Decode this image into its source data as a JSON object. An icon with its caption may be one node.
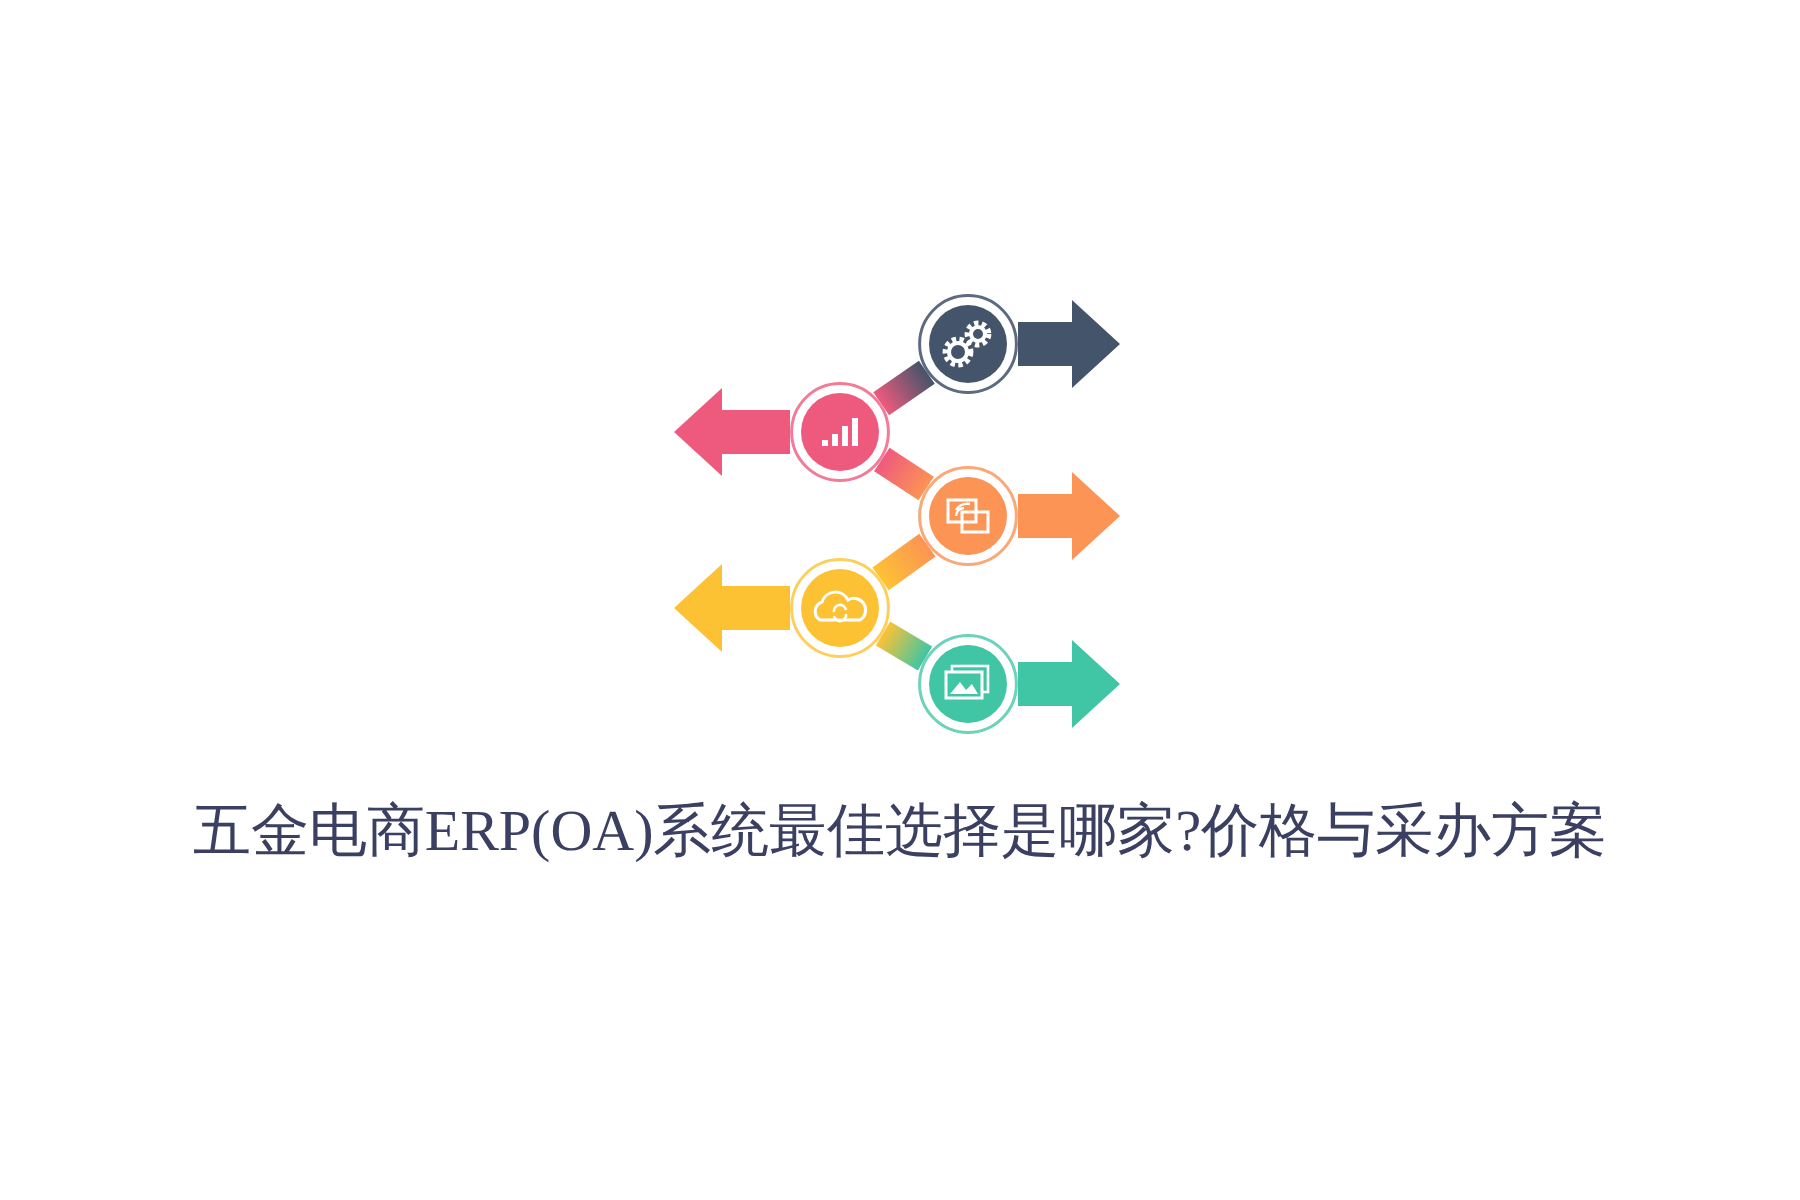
{
  "diagram": {
    "title": "五金电商ERP(OA)系统最佳选择是哪家?价格与采办方案",
    "nodes": [
      {
        "text": [],
        "shape": "circle"
      },
      {
        "text": [],
        "shape": "circle"
      },
      {
        "text": [],
        "shape": "circle"
      },
      {
        "text": [],
        "shape": "circle"
      },
      {
        "text": [],
        "shape": "circle"
      }
    ],
    "edges": [
      {
        "from": 0,
        "to": 1,
        "arrow": "none",
        "style": "thick"
      },
      {
        "from": 1,
        "to": 2,
        "arrow": "none",
        "style": "thick"
      },
      {
        "from": 2,
        "to": 3,
        "arrow": "none",
        "style": "thick"
      },
      {
        "from": 3,
        "to": 4,
        "arrow": "none",
        "style": "thick"
      },
      {
        "from": 0,
        "to": null,
        "arrow": "to",
        "style": "thick",
        "color": "#44546a"
      },
      {
        "from": 1,
        "to": null,
        "arrow": "to",
        "style": "thick",
        "color": "#ee5a7e"
      },
      {
        "from": 2,
        "to": null,
        "arrow": "to",
        "style": "thick",
        "color": "#fb9454"
      },
      {
        "from": 3,
        "to": null,
        "arrow": "to",
        "style": "thick",
        "color": "#fdc234"
      },
      {
        "from": 4,
        "to": null,
        "arrow": "to",
        "style": "thick",
        "color": "#40c5a5"
      }
    ]
  }
}
